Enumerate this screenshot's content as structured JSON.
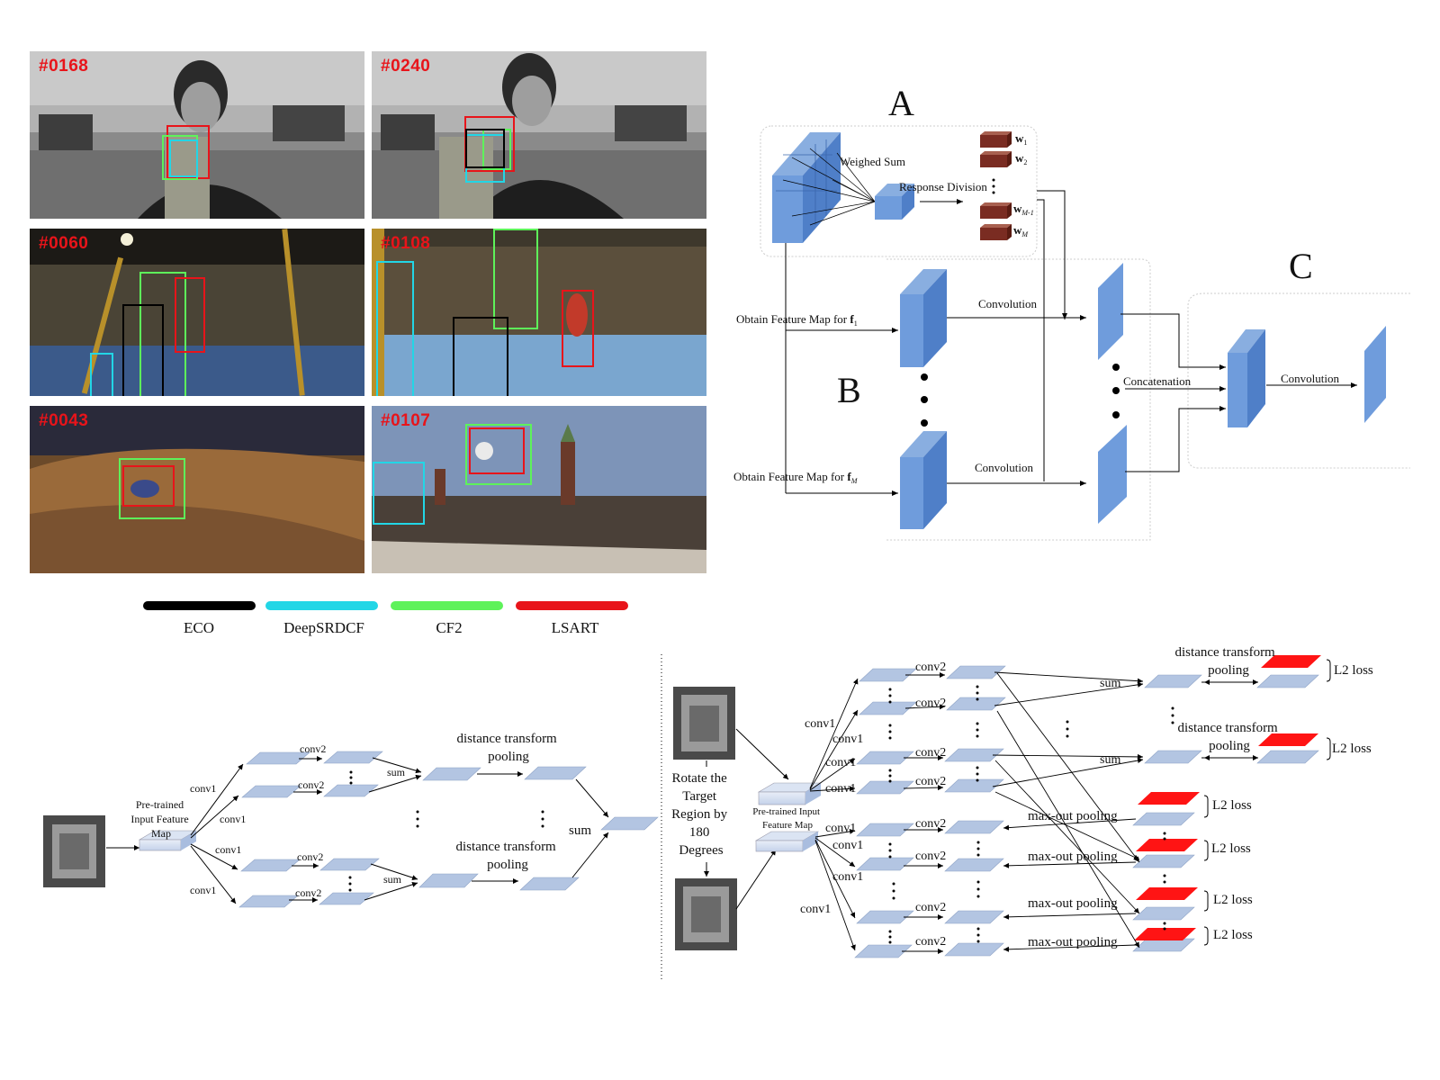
{
  "tracking_examples": {
    "frames": [
      {
        "label": "#0168"
      },
      {
        "label": "#0240"
      },
      {
        "label": "#0060"
      },
      {
        "label": "#0108"
      },
      {
        "label": "#0043"
      },
      {
        "label": "#0107"
      }
    ],
    "legend": [
      {
        "name": "ECO",
        "color": "#000000"
      },
      {
        "name": "DeepSRDCF",
        "color": "#22d6e6"
      },
      {
        "name": "CF2",
        "color": "#5ef25a"
      },
      {
        "name": "LSART",
        "color": "#e8141a"
      }
    ]
  },
  "architecture_top": {
    "section_a": "A",
    "section_b": "B",
    "section_c": "C",
    "weighed_sum": "Weighed Sum",
    "response_division": "Response Division",
    "w1": "w",
    "w1_sub": "1",
    "w2": "w",
    "w2_sub": "2",
    "wm1": "w",
    "wm1_sub": "M-1",
    "wm": "w",
    "wm_sub": "M",
    "obtain_f1": "Obtain Feature Map for",
    "f1": "f",
    "f1_sub": "1",
    "obtain_fm": "Obtain Feature Map for",
    "fm": "f",
    "fm_sub": "M",
    "convolution_1": "Convolution",
    "convolution_2": "Convolution",
    "concatenation": "Concatenation",
    "convolution_3": "Convolution"
  },
  "architecture_bottom_left": {
    "input_label_1": "Pre-trained",
    "input_label_2": "Input Feature",
    "input_label_3": "Map",
    "conv1": "conv1",
    "conv2": "conv2",
    "sum": "sum",
    "dt_pool_1": "distance transform",
    "dt_pool_2": "pooling"
  },
  "architecture_bottom_right": {
    "rotate_1": "Rotate the",
    "rotate_2": "Target",
    "rotate_3": "Region by",
    "rotate_4": "180",
    "rotate_5": "Degrees",
    "input_label_1": "Pre-trained Input",
    "input_label_2": "Feature Map",
    "conv1": "conv1",
    "conv2": "conv2",
    "sum": "sum",
    "dt_pool_1": "distance transform",
    "dt_pool_2": "pooling",
    "maxout": "max-out pooling",
    "l2": "L2 loss"
  }
}
